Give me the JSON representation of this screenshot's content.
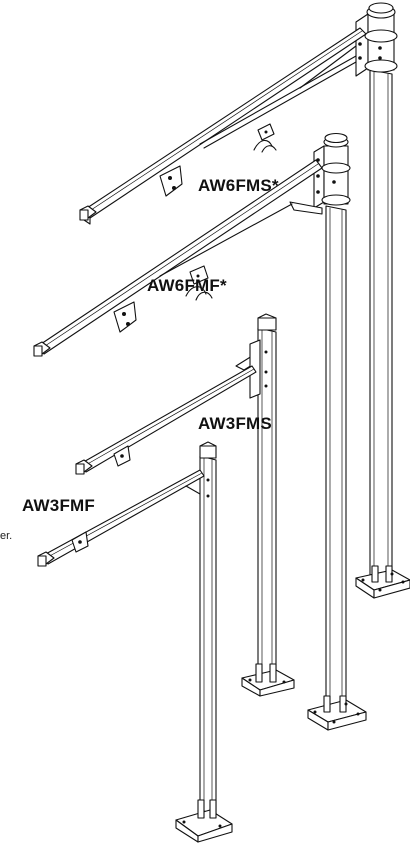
{
  "labels": {
    "aw6fms": "AW6FMS*",
    "aw6fmf": "AW6FMF*",
    "aw3fms": "AW3FMS",
    "aw3fmf": "AW3FMF"
  },
  "left_edge_fragment": "er."
}
